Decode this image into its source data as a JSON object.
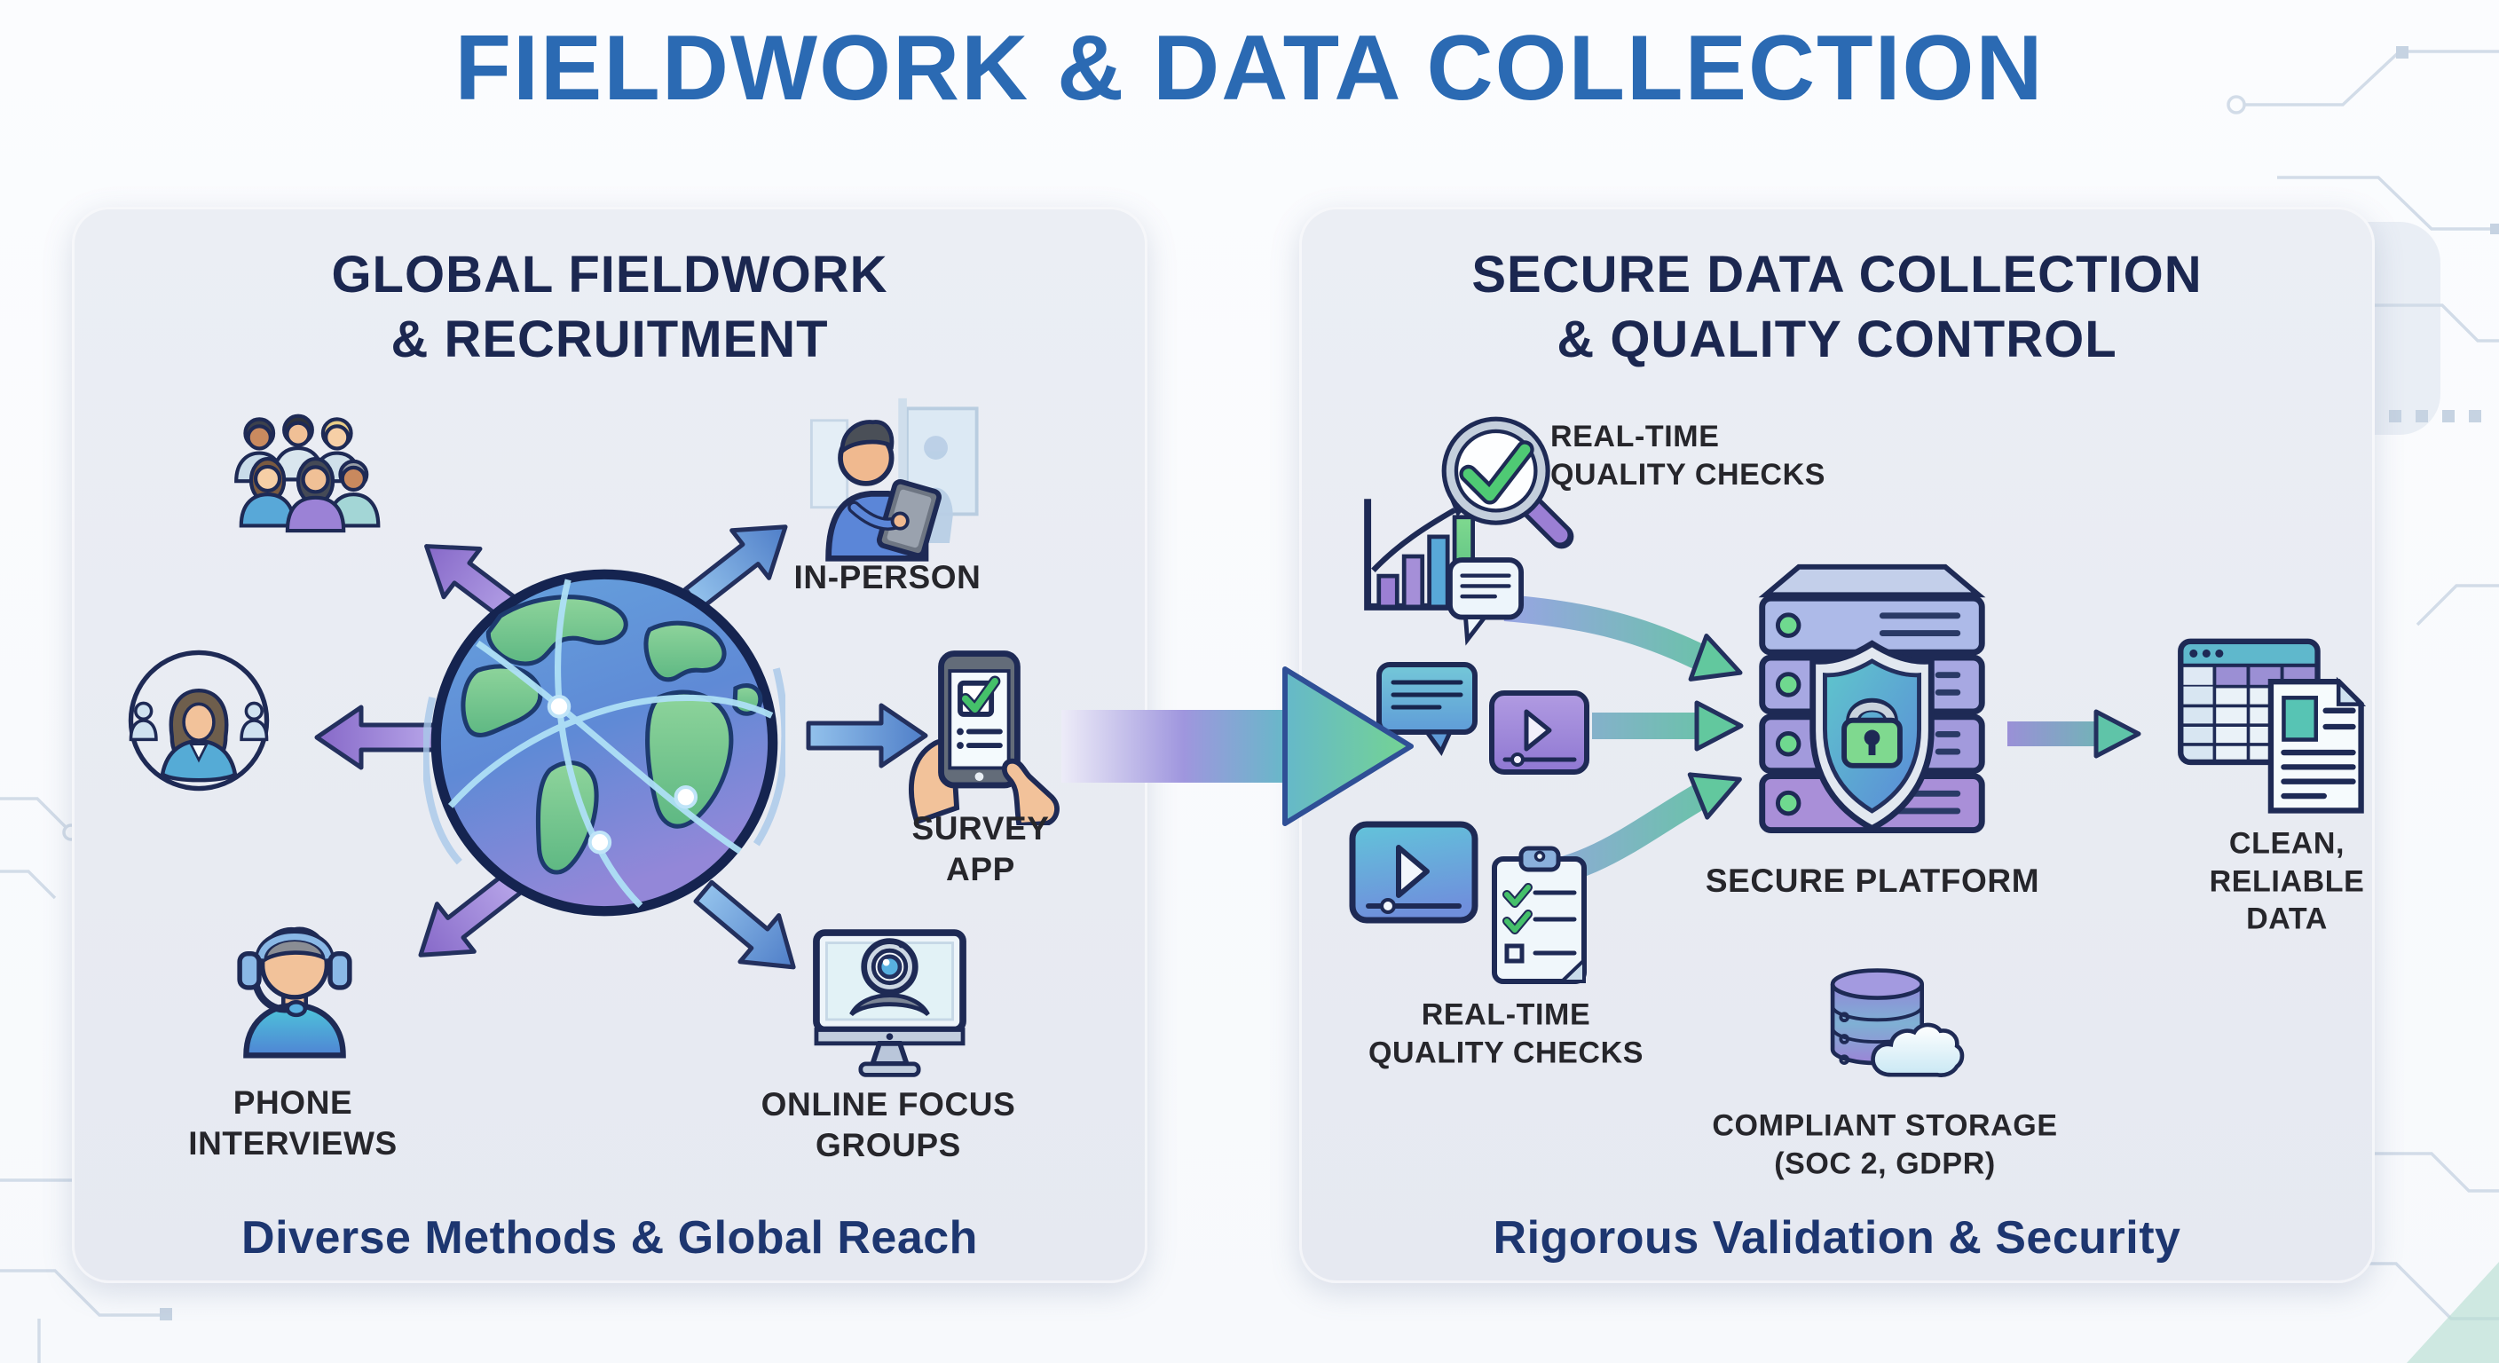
{
  "main": {
    "title": "FIELDWORK & DATA COLLECTION"
  },
  "left_panel": {
    "title": "GLOBAL FIELDWORK\n& RECRUITMENT",
    "labels": {
      "in_person": "IN-PERSON",
      "survey_app": "SURVEY APP",
      "online_focus_groups": "ONLINE FOCUS\nGROUPS",
      "phone_interviews": "PHONE\nINTERVIEWS"
    },
    "caption": "Diverse Methods & Global Reach",
    "icons": [
      "diverse-respondents-group-icon",
      "participant-circle-icon",
      "phone-interviewer-headset-icon",
      "global-network-globe-icon",
      "in-person-interviewer-icon",
      "survey-app-phone-icon",
      "online-focus-group-webcam-icon"
    ]
  },
  "right_panel": {
    "title": "SECURE DATA COLLECTION\n& QUALITY CONTROL",
    "labels": {
      "quality_checks_top": "REAL-TIME\nQUALITY CHECKS",
      "quality_checks_bottom": "REAL-TIME\nQUALITY CHECKS",
      "secure_platform": "SECURE PLATFORM",
      "compliant_storage": "COMPLIANT STORAGE\n(SOC 2, GDPR)",
      "clean_reliable_data": "CLEAN,\nRELIABLE\nDATA"
    },
    "caption": "Rigorous Validation & Security",
    "icons": [
      "growth-bar-chart-icon",
      "magnifier-check-icon",
      "chat-bubble-icon",
      "chat-bubble-teal-icon",
      "video-clip-purple-icon",
      "video-clip-blue-icon",
      "checklist-clipboard-icon",
      "secure-server-shield-icon",
      "database-cloud-icon",
      "table-document-icon"
    ]
  },
  "colors": {
    "title_blue": "#2b6ab3",
    "heading_navy": "#1b2750",
    "caption_navy": "#1d3670",
    "label_dark": "#26262b",
    "panel_background": "#e8ebf2",
    "arrow_purple": "#8f76cc",
    "arrow_blue": "#5a8fd8",
    "flow_teal": "#62c89e",
    "check_green": "#45c06a",
    "lock_green": "#7fd98f"
  }
}
